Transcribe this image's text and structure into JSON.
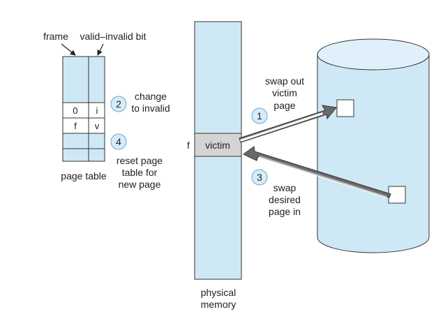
{
  "colors": {
    "fill": "#cfe8f6",
    "cylinder_top": "#dff0fa",
    "victim": "#d4d4d4",
    "stroke": "#333333",
    "badge_fill": "#d7ecf8",
    "arrow_dark": "#6a6a6a",
    "arrow_light": "#ffffff"
  },
  "labels": {
    "frame": "frame",
    "valid_invalid_bit": "valid–invalid bit",
    "page_table": "page table",
    "physical_memory_line1": "physical",
    "physical_memory_line2": "memory",
    "f_marker": "f",
    "victim": "victim"
  },
  "page_table": {
    "rows": [
      {
        "frame": "0",
        "bit": "i"
      },
      {
        "frame": "f",
        "bit": "v"
      }
    ]
  },
  "steps": [
    {
      "number": "1",
      "lines": [
        "swap out",
        "victim",
        "page"
      ]
    },
    {
      "number": "2",
      "lines": [
        "change",
        "to invalid"
      ]
    },
    {
      "number": "3",
      "lines": [
        "swap",
        "desired",
        "page in"
      ]
    },
    {
      "number": "4",
      "lines": [
        "reset page",
        "table for",
        "new page"
      ]
    }
  ]
}
